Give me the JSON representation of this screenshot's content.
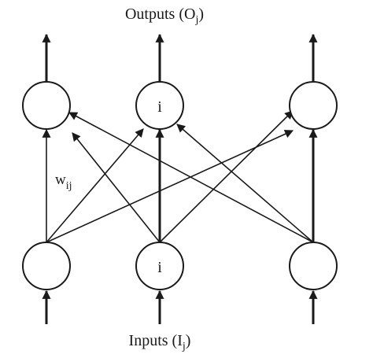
{
  "diagram": {
    "top_label": {
      "main": "Outputs (O",
      "sub": "j",
      "end": ")"
    },
    "bottom_label": {
      "main": "Inputs (I",
      "sub": "j",
      "end": ")"
    },
    "weight_label": {
      "main": "w",
      "sub": "ij"
    },
    "upper_nodes": [
      {
        "text": ""
      },
      {
        "text": "i"
      },
      {
        "text": ""
      }
    ],
    "lower_nodes": [
      {
        "text": ""
      },
      {
        "text": "i"
      },
      {
        "text": ""
      }
    ],
    "stroke_color": "#1a1a1a"
  }
}
